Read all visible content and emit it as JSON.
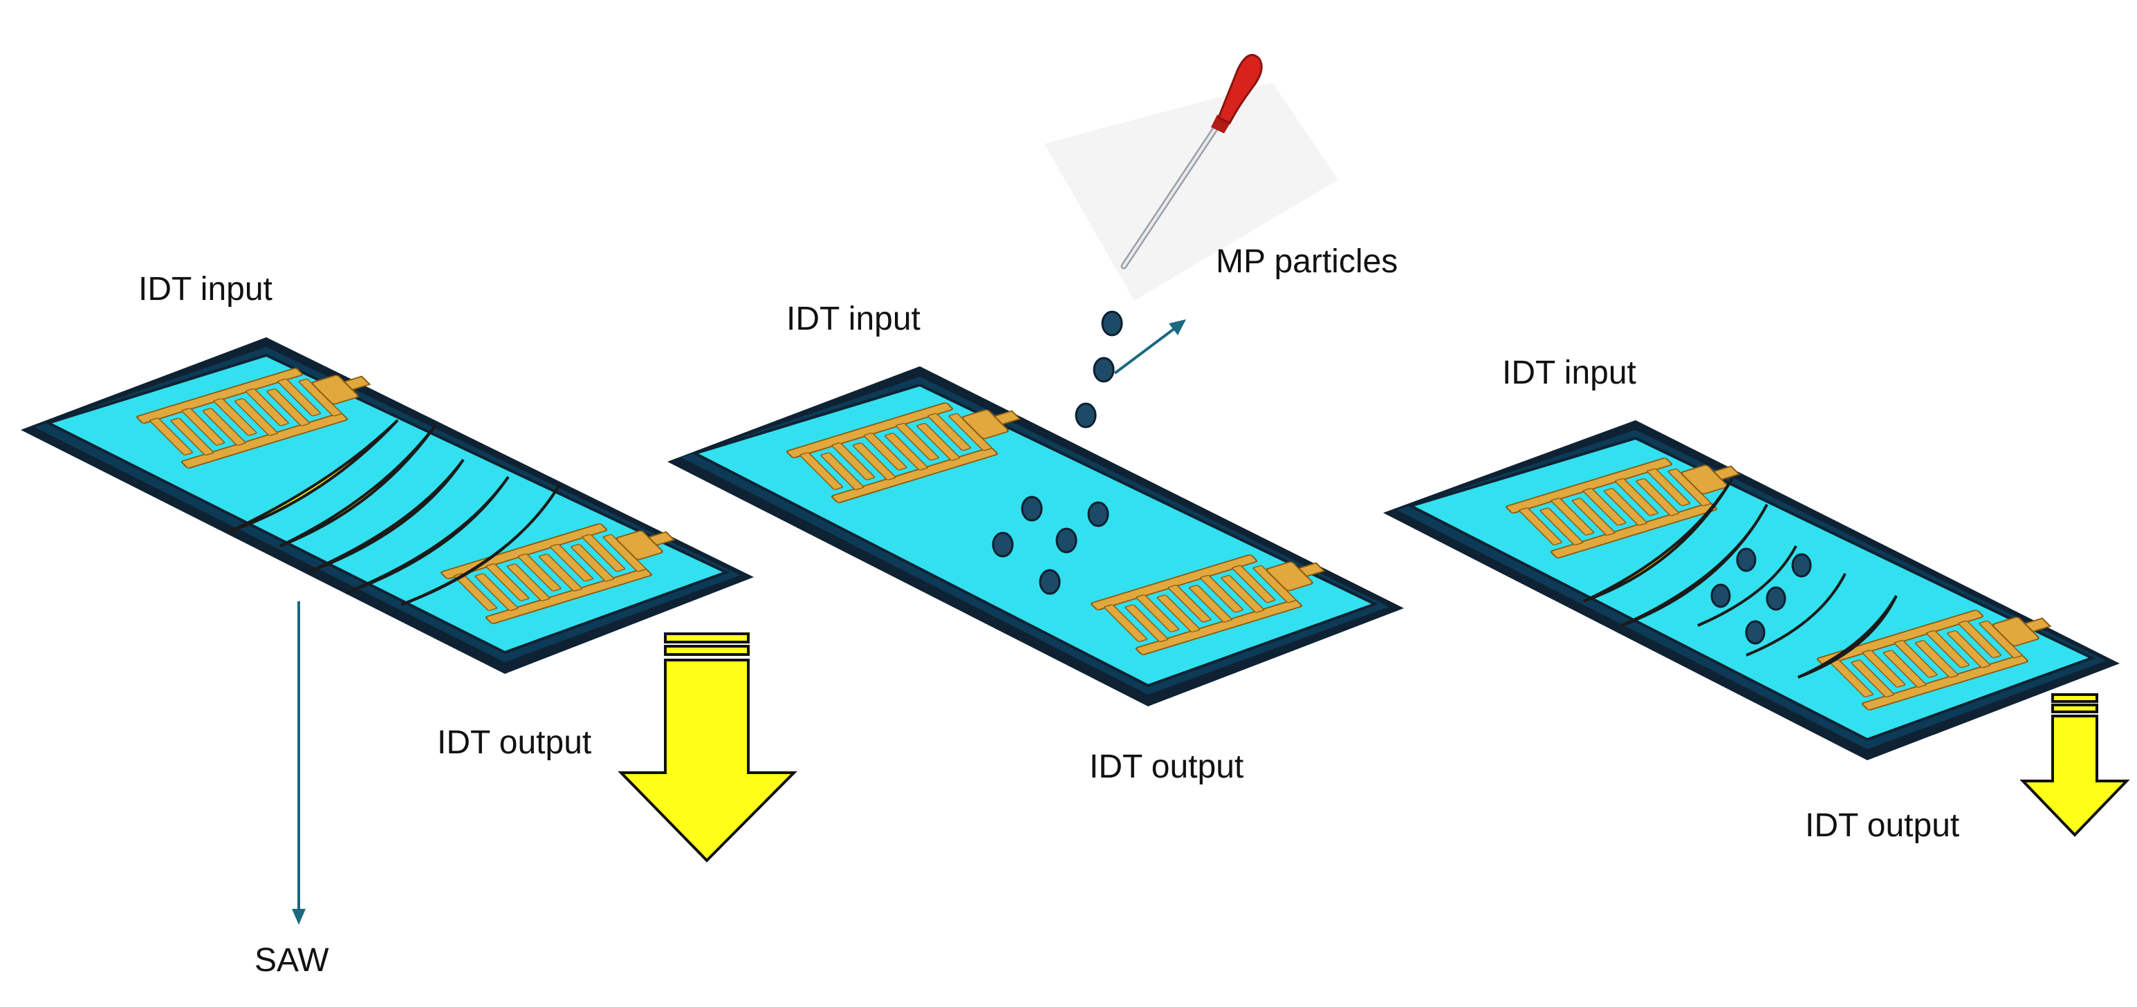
{
  "panels": [
    {
      "input_label": "IDT input",
      "output_label": "IDT output",
      "extra_label": "SAW"
    },
    {
      "input_label": "IDT input",
      "output_label": "IDT output",
      "extra_label": "MP particles"
    },
    {
      "input_label": "IDT input",
      "output_label": "IDT output"
    }
  ],
  "colors": {
    "substrate": "#33e0ef",
    "substrate_dark": "#0f2233",
    "electrode": "#e1a83e",
    "wave": "#f2f21a",
    "arrow": "#ffff1a",
    "particle": "#1d4a66",
    "pointer": "#1a6a80",
    "pipette_bulb": "#d8231d"
  },
  "icons": [
    "idt-electrode-icon",
    "saw-wave-icon",
    "output-arrow-icon",
    "pipette-icon",
    "particle-icon"
  ]
}
